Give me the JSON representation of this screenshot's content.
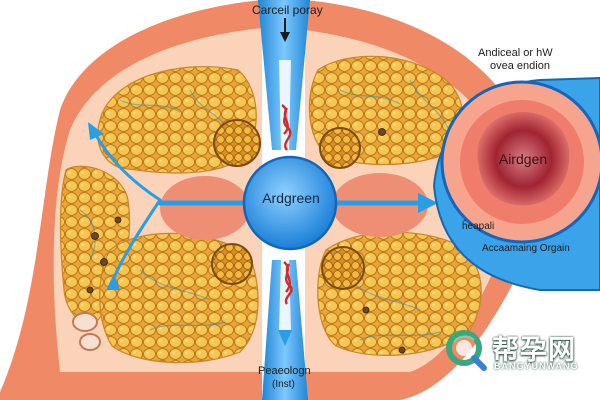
{
  "labels": {
    "top": "Carceil poray",
    "side_line1": "Andiceal or hW",
    "side_line2": "ovea endion",
    "center": "Ardgreen",
    "inset": "Airdgen",
    "mid_line1": "ĥeapali",
    "mid_line2": "Accaamaing Orgain",
    "bottom_line1": "Peaeologn",
    "bottom_line2": "(Inst)"
  },
  "logo": {
    "name": "帮孕网",
    "tagline": "BANGYUNWANG"
  },
  "colors": {
    "background": "#ffffff",
    "outer_tissue": "#f08a66",
    "inner_tissue": "#fbd3b8",
    "fat_cells": "#f2b640",
    "cell_outline": "#b27416",
    "blue_channel": "#2a9ee5",
    "central_node": "#1f8fe6",
    "inset_lumen": "#9c1a28",
    "logo_green": "#3ba77c"
  }
}
